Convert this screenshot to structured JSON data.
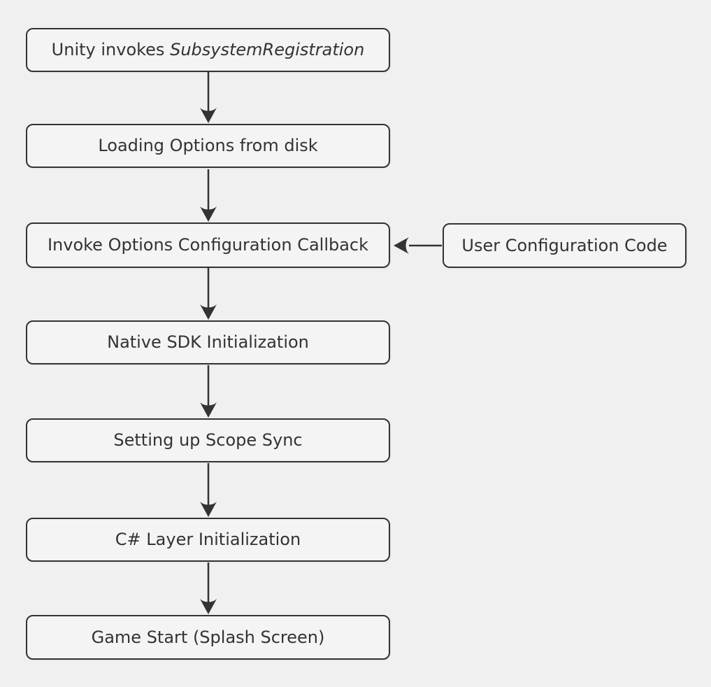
{
  "diagram": {
    "type": "flowchart",
    "direction": "top-down",
    "colors": {
      "background": "#f0f0f0",
      "node_fill": "#f4f4f4",
      "node_border": "#333333",
      "text": "#333333",
      "arrow": "#333333"
    },
    "nodes": [
      {
        "id": "subsys",
        "label_prefix": "Unity invokes ",
        "label_italic": "SubsystemRegistration"
      },
      {
        "id": "load",
        "label": "Loading Options from disk"
      },
      {
        "id": "callback",
        "label": "Invoke Options Configuration Callback"
      },
      {
        "id": "user",
        "label": "User Configuration Code"
      },
      {
        "id": "native",
        "label": "Native SDK Initialization"
      },
      {
        "id": "scope",
        "label": "Setting up Scope Sync"
      },
      {
        "id": "csharp",
        "label": "C# Layer Initialization"
      },
      {
        "id": "game",
        "label": "Game Start (Splash Screen)"
      }
    ],
    "edges": [
      {
        "from": "subsys",
        "to": "load"
      },
      {
        "from": "load",
        "to": "callback"
      },
      {
        "from": "user",
        "to": "callback"
      },
      {
        "from": "callback",
        "to": "native"
      },
      {
        "from": "native",
        "to": "scope"
      },
      {
        "from": "scope",
        "to": "csharp"
      },
      {
        "from": "csharp",
        "to": "game"
      }
    ]
  }
}
